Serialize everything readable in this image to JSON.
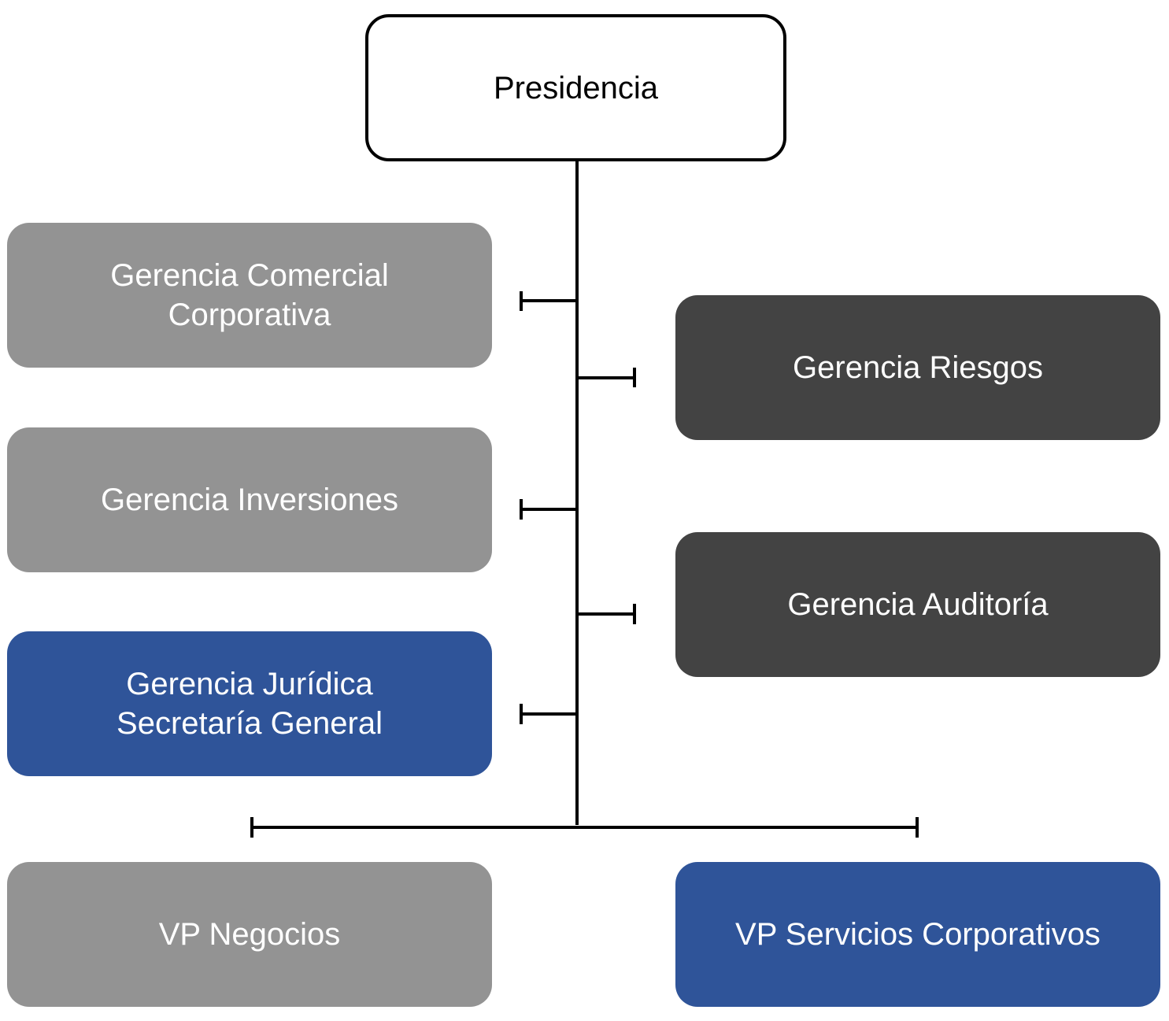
{
  "diagram": {
    "root": {
      "label": "Presidencia"
    },
    "left_units": [
      {
        "id": "comercial",
        "lines": [
          "Gerencia Comercial",
          "Corporativa"
        ],
        "color": "#939393"
      },
      {
        "id": "inversiones",
        "lines": [
          "Gerencia Inversiones"
        ],
        "color": "#939393"
      },
      {
        "id": "juridica",
        "lines": [
          "Gerencia Jurídica",
          "Secretaría General"
        ],
        "color": "#2f5499"
      }
    ],
    "right_units": [
      {
        "id": "riesgos",
        "lines": [
          "Gerencia Riesgos"
        ],
        "color": "#434343"
      },
      {
        "id": "auditoria",
        "lines": [
          "Gerencia Auditoría"
        ],
        "color": "#434343"
      }
    ],
    "vps": [
      {
        "id": "negocios",
        "label": "VP Negocios",
        "color": "#939393"
      },
      {
        "id": "servicios",
        "label": "VP Servicios Corporativos",
        "color": "#2f5499"
      }
    ],
    "line_color": "#000000"
  }
}
